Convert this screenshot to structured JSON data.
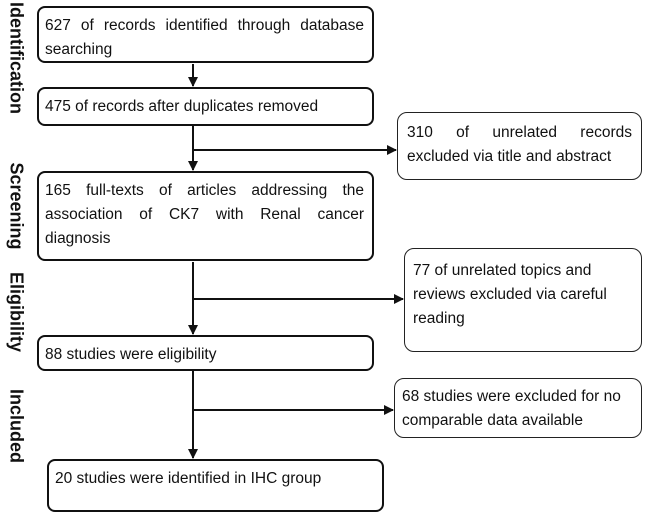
{
  "stages": {
    "identification": "Identification",
    "screening": "Screening",
    "eligibility": "Eligibility",
    "included": "Included"
  },
  "boxes": {
    "identified": "627 of records identified through database searching",
    "after_duplicates": "475 of records after duplicates removed",
    "fulltexts": "165 full-texts of articles addressing the association of CK7 with Renal cancer diagnosis",
    "eligible": "88 studies were eligibility",
    "ihc_group": "20 studies were identified in IHC group"
  },
  "exclusions": {
    "title_abstract": "310 of unrelated records excluded via title and abstract",
    "careful_reading": "77 of unrelated topics and reviews excluded via careful reading",
    "no_data": "68 studies were excluded for no comparable data available"
  }
}
